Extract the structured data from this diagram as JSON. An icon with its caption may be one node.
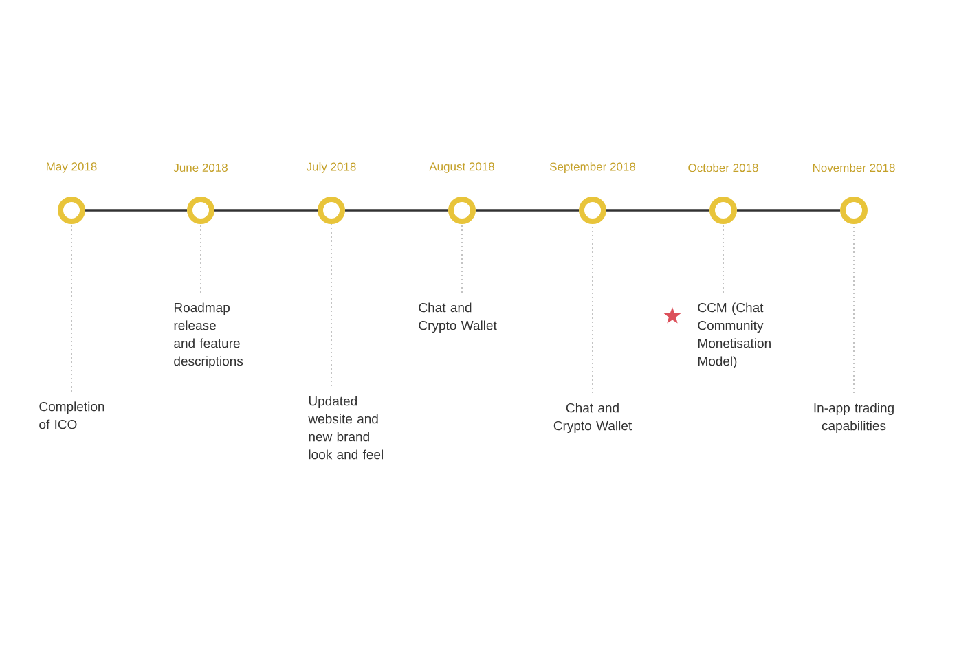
{
  "diagram": {
    "nodes": [
      {
        "text": [
          "May 2018"
        ]
      },
      {
        "text": [
          "June 2018"
        ]
      },
      {
        "text": [
          "July 2018"
        ]
      },
      {
        "text": [
          "August 2018"
        ]
      },
      {
        "text": [
          "September 2018"
        ]
      },
      {
        "text": [
          "October 2018"
        ]
      },
      {
        "text": [
          "November 2018"
        ]
      },
      {
        "text": [
          "Completion of ICO"
        ]
      },
      {
        "text": [
          "Roadmap release and feature descriptions"
        ]
      },
      {
        "text": [
          "Updated website and new brand look and feel"
        ]
      },
      {
        "text": [
          "Chat and Crypto Wallet"
        ]
      },
      {
        "text": [
          "Chat and Crypto Wallet"
        ]
      },
      {
        "text": [
          "CCM (Chat Community Monetisation Model)"
        ]
      },
      {
        "text": [
          "In-app trading capabilities"
        ]
      }
    ],
    "edges": [
      {
        "from": 0,
        "to": 1,
        "arrow": "none",
        "color": "#333333"
      },
      {
        "from": 1,
        "to": 2,
        "arrow": "none",
        "color": "#333333"
      },
      {
        "from": 2,
        "to": 3,
        "arrow": "none",
        "color": "#333333"
      },
      {
        "from": 3,
        "to": 4,
        "arrow": "none",
        "color": "#333333"
      },
      {
        "from": 4,
        "to": 5,
        "arrow": "none",
        "color": "#333333"
      },
      {
        "from": 5,
        "to": 6,
        "arrow": "none",
        "color": "#333333"
      },
      {
        "from": 7,
        "to": 0,
        "arrow": "none",
        "style": "dashed",
        "color": "#b5b5b5"
      },
      {
        "from": 8,
        "to": 1,
        "arrow": "none",
        "style": "dashed",
        "color": "#b5b5b5"
      },
      {
        "from": 9,
        "to": 2,
        "arrow": "none",
        "style": "dashed",
        "color": "#b5b5b5"
      },
      {
        "from": 10,
        "to": 3,
        "arrow": "none",
        "style": "dashed",
        "color": "#b5b5b5"
      },
      {
        "from": 11,
        "to": 4,
        "arrow": "none",
        "style": "dashed",
        "color": "#b5b5b5"
      },
      {
        "from": 12,
        "to": 5,
        "arrow": "none",
        "style": "dashed",
        "color": "#b5b5b5"
      },
      {
        "from": 13,
        "to": 6,
        "arrow": "none",
        "style": "dashed",
        "color": "#b5b5b5"
      }
    ]
  }
}
